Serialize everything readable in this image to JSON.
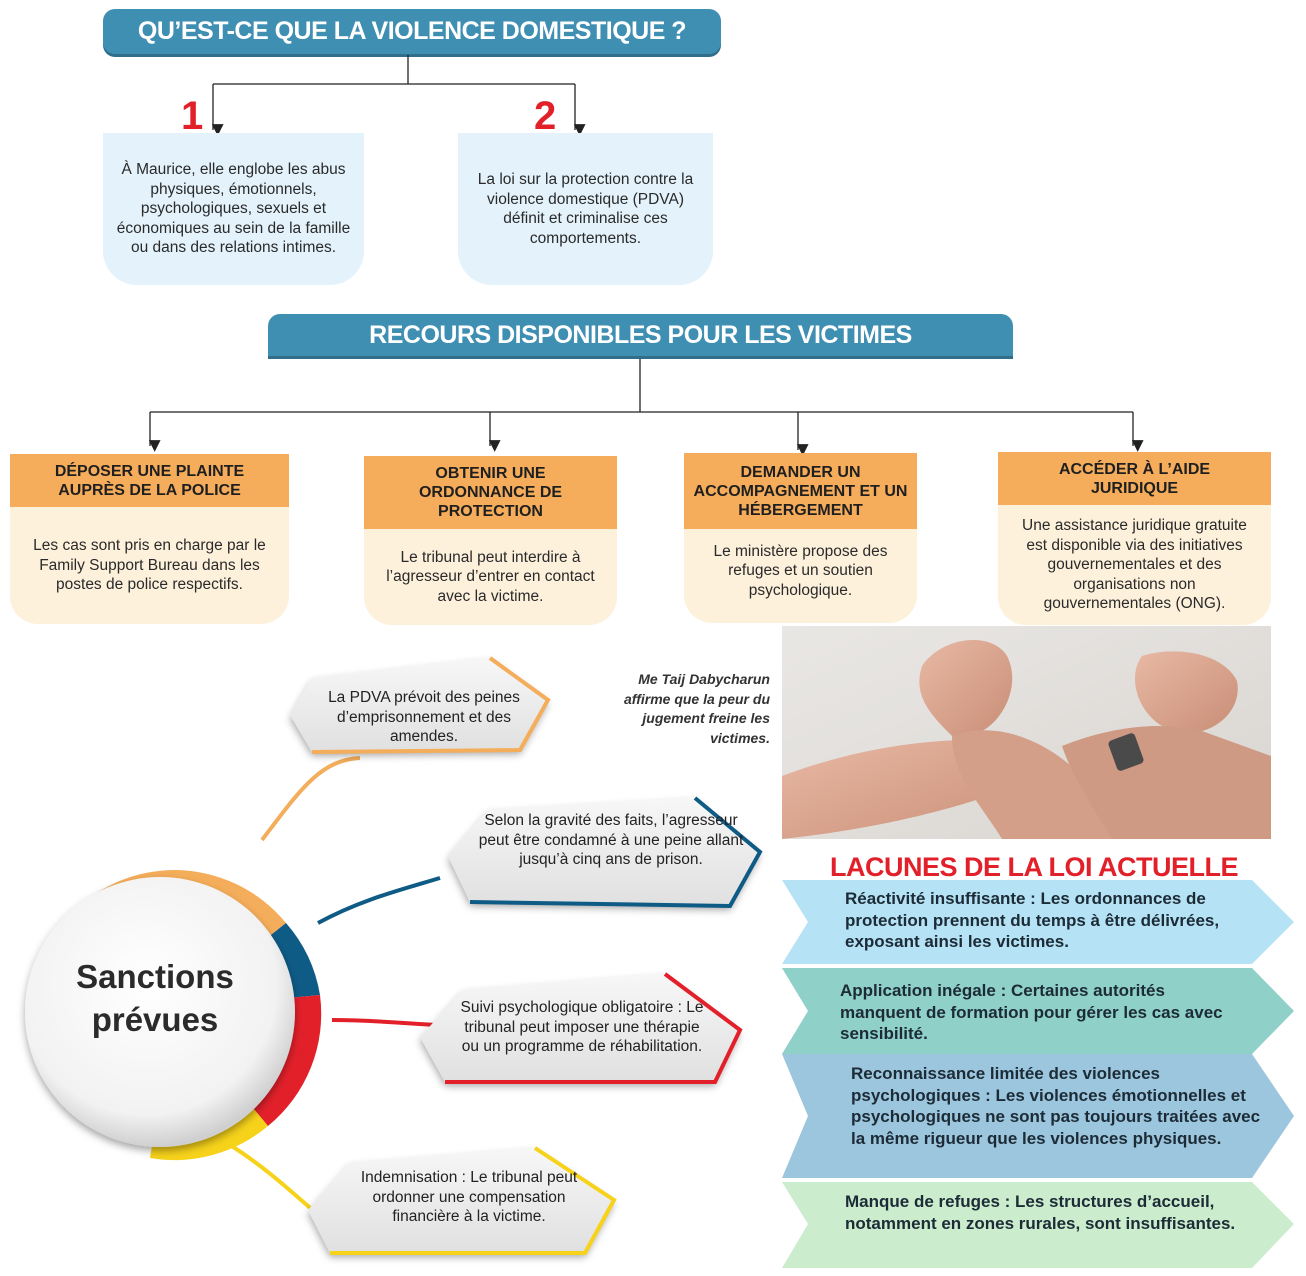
{
  "section1": {
    "title": "QU’EST-CE QUE LA VIOLENCE DOMESTIQUE ?",
    "items": [
      {
        "number": "1",
        "text": "À Maurice, elle englobe les abus physiques, émotionnels, psychologiques, sexuels et économiques au sein de la famille ou dans des relations intimes."
      },
      {
        "number": "2",
        "text": "La loi sur la protection contre la violence domestique (PDVA) définit et criminalise ces comportements."
      }
    ]
  },
  "section2": {
    "title": "RECOURS DISPONIBLES POUR LES VICTIMES",
    "items": [
      {
        "heading": "DÉPOSER UNE PLAINTE AUPRÈS DE LA POLICE",
        "text": "Les cas sont pris en charge par le Family Support Bureau dans les postes de police respectifs."
      },
      {
        "heading": "OBTENIR UNE ORDONNANCE DE PROTECTION",
        "text": "Le tribunal peut interdire à l’agresseur d’entrer en contact avec la victime."
      },
      {
        "heading": "DEMANDER UN ACCOMPAGNEMENT ET UN HÉBERGEMENT",
        "text": "Le ministère propose des refuges et un soutien psychologique."
      },
      {
        "heading": "ACCÉDER À L’AIDE JURIDIQUE",
        "text": "Une assistance juridique gratuite est disponible via des initiatives gouvernementales et des organisations non gouvernementales (ONG)."
      }
    ]
  },
  "sanctions": {
    "title_line1": "Sanctions",
    "title_line2": "prévues",
    "items": [
      {
        "text": "La PDVA prévoit des peines d’emprisonnement et des amendes.",
        "color": "#f4ad5a"
      },
      {
        "text": "Selon la gravité des faits, l’agresseur peut être condamné à une peine allant jusqu’à cinq ans de prison.",
        "color": "#0e5b86"
      },
      {
        "text": "Suivi psychologique obligatoire : Le tribunal peut imposer une thérapie ou un programme de réhabilitation.",
        "color": "#e2202a"
      },
      {
        "text": "Indemnisation : Le tribunal peut ordonner une compensation financière à la victime.",
        "color": "#f6d21a"
      }
    ]
  },
  "photo": {
    "caption_name": "Me Taij Dabycharun",
    "caption_text": "affirme que la peur du jugement freine les victimes."
  },
  "lacunes": {
    "title": "LACUNES DE LA LOI ACTUELLE",
    "items": [
      {
        "text": "Réactivité insuffisante : Les ordonnances de protection prennent du temps à être délivrées, exposant ainsi les victimes.",
        "color": "#b5e3f5"
      },
      {
        "text": "Application inégale : Certaines autorités manquent de formation pour gérer les cas avec sensibilité.",
        "color": "#8fd0c9"
      },
      {
        "text": "Reconnaissance limitée des violences psychologiques : Les violences émotionnelles et psychologiques ne sont pas toujours traitées avec la même rigueur que les violences physiques.",
        "color": "#9cc6de"
      },
      {
        "text": "Manque de refuges : Les structures d’accueil, notamment en zones rurales, sont insuffisantes.",
        "color": "#cbeccd"
      }
    ]
  }
}
